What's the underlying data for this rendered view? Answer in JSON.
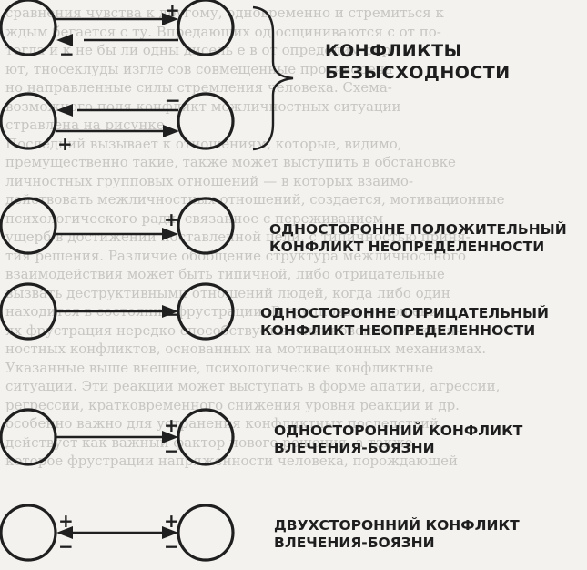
{
  "labels": {
    "futility_l1": "КОНФЛИКТЫ",
    "futility_l2": "БЕЗЫСХОДНОСТИ",
    "pos_l1": "ОДНОСТОРОННЕ ПОЛОЖИТЕЛЬНЫЙ",
    "pos_l2": "КОНФЛИКТ НЕОПРЕДЕЛЕННОСТИ",
    "neg_l1": "ОДНОСТОРОННЕ ОТРИЦАТЕЛЬНЫЙ",
    "neg_l2": "КОНФЛИКТ НЕОПРЕДЕЛЕННОСТИ",
    "one_l1": "ОДНОСТОРОННИЙ КОНФЛИКТ",
    "one_l2": "ВЛЕЧЕНИЯ-БОЯЗНИ",
    "two_l1": "ДВУХСТОРОННИЙ КОНФЛИКТ",
    "two_l2": "ВЛЕЧЕНИЯ-БОЯЗНИ"
  },
  "signs": {
    "plus": "+",
    "minus": "−"
  },
  "background_text": [
    "сравнения чувства к другому, одновременно и стремиться к",
    "ждым бегается с ту. Впредающих од осщиниваются с от по-",
    "тогда и к не бы ли одны дисель е в от определим спр",
    "ют, тносеклуды изгле сов совмещенные противореча",
    "но направленные силы стремления человека. Схема-",
    "возможного поля конфликт межличностных ситуации",
    "стравлена на рисунке.",
    "  Последний вызывает к отношениям, которые, видимо,",
    "премущественно такие, также может выступить в обстановке",
    "личностных групповых отношений — в которых взаимо-",
    "действовать межличностных отношений, создается, мотивационные",
    "психологического ради, связанное с переживанием",
    "ущерб в достижении поставленной цели, с типичностью приня-",
    "тия решения. Различие обобщение структура межличностного",
    "взаимодействия может быть типичной, либо отрицательные",
    "вызвать деструктивными отношений людей, когда либо один",
    "находится в состоянии фрустрации. В групповых отношени-",
    "ях фрустрация нередко способствует возникновению межлич-",
    "ностных конфликтов, основанных на мотивационных механизмах.",
    "  Указанные выше внешние, психологические конфликтные",
    "ситуации. Эти реакции может выступать в форме апатии, агрессии,",
    "регрессии, кратковременного снижения уровня реакции и др.",
    "особенно важно для устранения конфликтных последствий,",
    "действует как важный фактор нового решения, а также",
    "которое фрустрации напряженности человека, порождающей"
  ]
}
